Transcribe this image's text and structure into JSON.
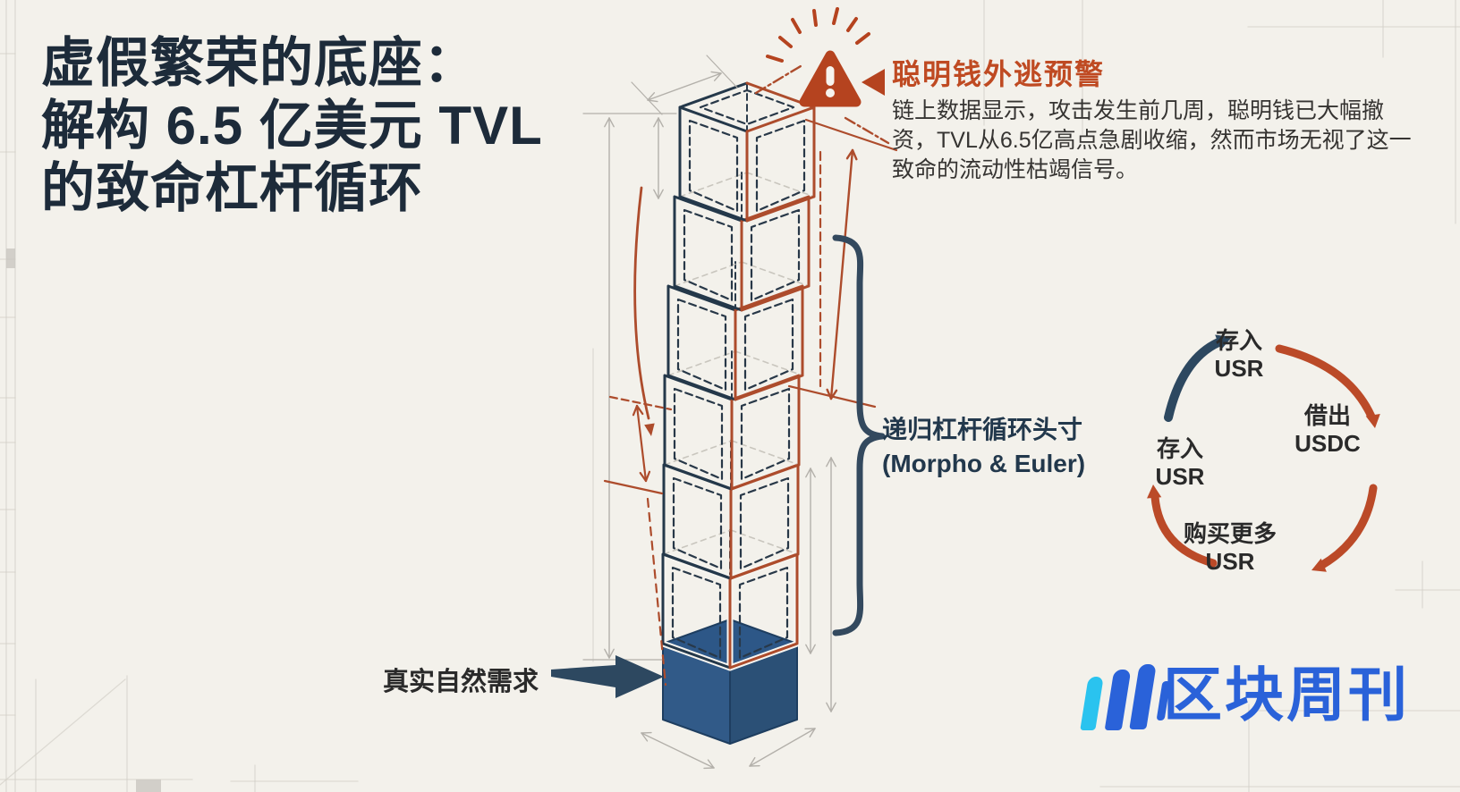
{
  "title": {
    "line1": "虚假繁荣的底座：",
    "line2": "解构 6.5 亿美元 TVL",
    "line3": "的致命杠杆循环"
  },
  "warning": {
    "icon": "alert-triangle-icon",
    "pointer_icon": "left-pointer-icon",
    "heading": "聪明钱外逃预警",
    "body": "链上数据显示，攻击发生前几周，聪明钱已大幅撤资，TVL从6.5亿高点急剧收缩，然而市场无视了这一致命的流动性枯竭信号。"
  },
  "tower": {
    "levels": 7,
    "wireframe_levels": 6,
    "base_label": "真实自然需求",
    "brace_label_line1": "递归杠杆循环头寸",
    "brace_label_line2": "(Morpho & Euler)",
    "colors": {
      "edge_left": "#24384a",
      "edge_right": "#ad4c2c",
      "base_fill": "#315a88",
      "dimension_gray": "#b3b0aa"
    }
  },
  "cycle": {
    "steps": [
      {
        "position": "top",
        "l1": "存入",
        "l2": "USR"
      },
      {
        "position": "right",
        "l1": "借出",
        "l2": "USDC"
      },
      {
        "position": "bottom",
        "l1": "购买更多",
        "l2": "USR"
      },
      {
        "position": "left",
        "l1": "存入",
        "l2": "USR"
      }
    ],
    "arrow_red": "#bb4a28",
    "arrow_navy": "#2d4860"
  },
  "logo": {
    "mark": "three-bars-icon",
    "text": "区块周刊",
    "cyan": "#2ac3ef",
    "blue": "#2a62d9"
  }
}
